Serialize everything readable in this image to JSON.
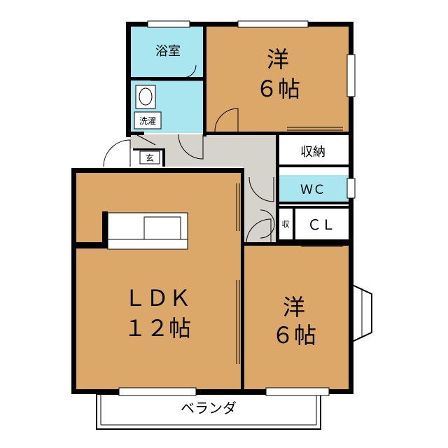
{
  "colors": {
    "room_western": "#dba86a",
    "room_wet": "#aae6f0",
    "corridor": "#d6d3cd",
    "wall": "#000000",
    "background": "#ffffff"
  },
  "rooms": {
    "bath": "浴室",
    "western_top_line1": "洋",
    "western_top_line2": "６帖",
    "washroom": "洗濯",
    "entrance": "玄",
    "storage": "収納",
    "toilet": "ＷＣ",
    "small_storage": "収",
    "closet": "ＣＬ",
    "ldk_line1": "ＬＤＫ",
    "ldk_line2": "１２帖",
    "western_bottom_line1": "洋",
    "western_bottom_line2": "６帖",
    "balcony": "ベランダ"
  }
}
